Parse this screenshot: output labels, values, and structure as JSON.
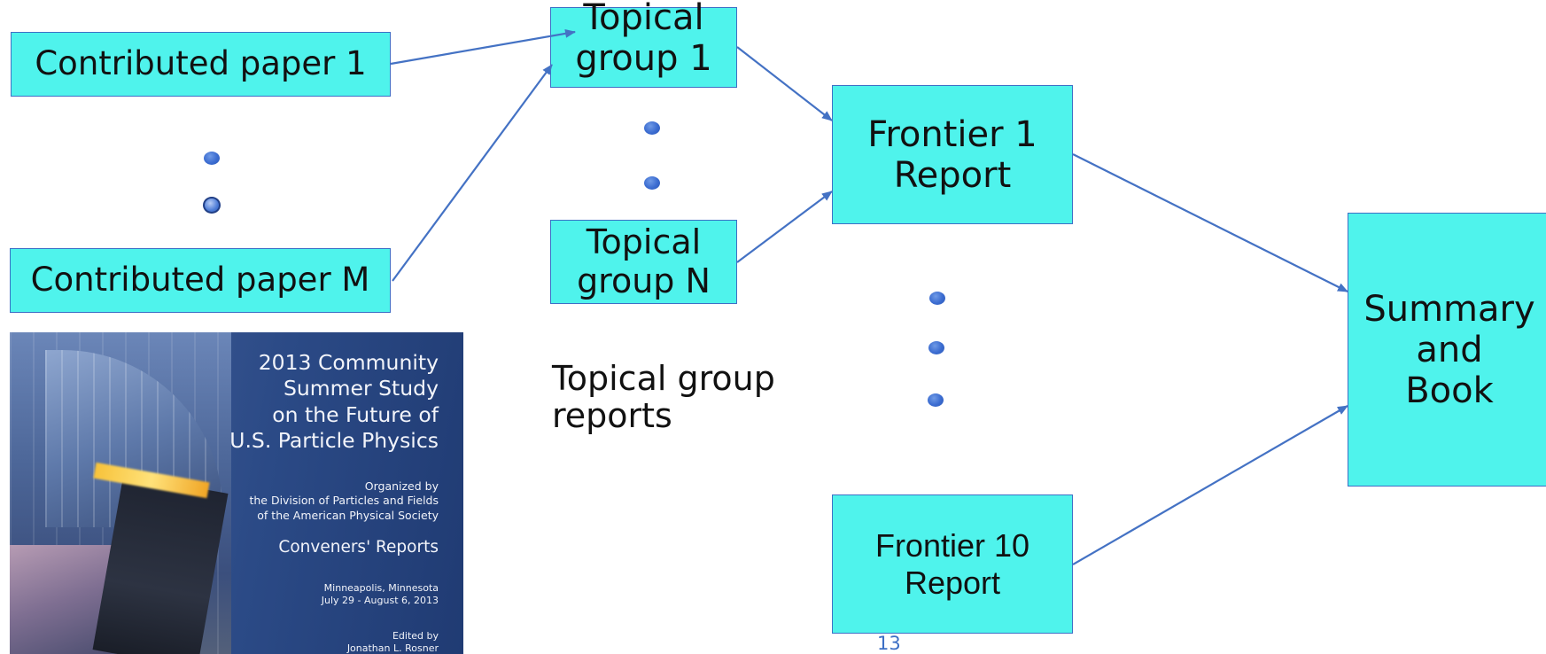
{
  "diagram": {
    "contributed_paper_1": "Contributed paper 1",
    "contributed_paper_m": "Contributed paper M",
    "topical_group_1": "Topical\ngroup 1",
    "topical_group_n": "Topical\ngroup N",
    "topical_group_reports": "Topical group\nreports",
    "frontier_1_report": "Frontier 1\nReport",
    "frontier_10_report": "Frontier 10\nReport",
    "summary_and_book": "Summary\nand\nBook",
    "page_number": "13"
  },
  "book_cover": {
    "title": "2013 Community\nSummer Study\non the Future of\nU.S. Particle Physics",
    "organizer": "Organized by\nthe Division of Particles and Fields\nof the American Physical Society",
    "subtitle": "Conveners' Reports",
    "location_dates": "Minneapolis, Minnesota\nJuly 29 - August 6, 2013",
    "editor": "Edited by\nJonathan L. Rosner"
  },
  "colors": {
    "box_fill": "#4ff3ec",
    "box_border": "#3d6fc5",
    "arrow": "#4472c4",
    "page_number": "#3d6fc5"
  }
}
